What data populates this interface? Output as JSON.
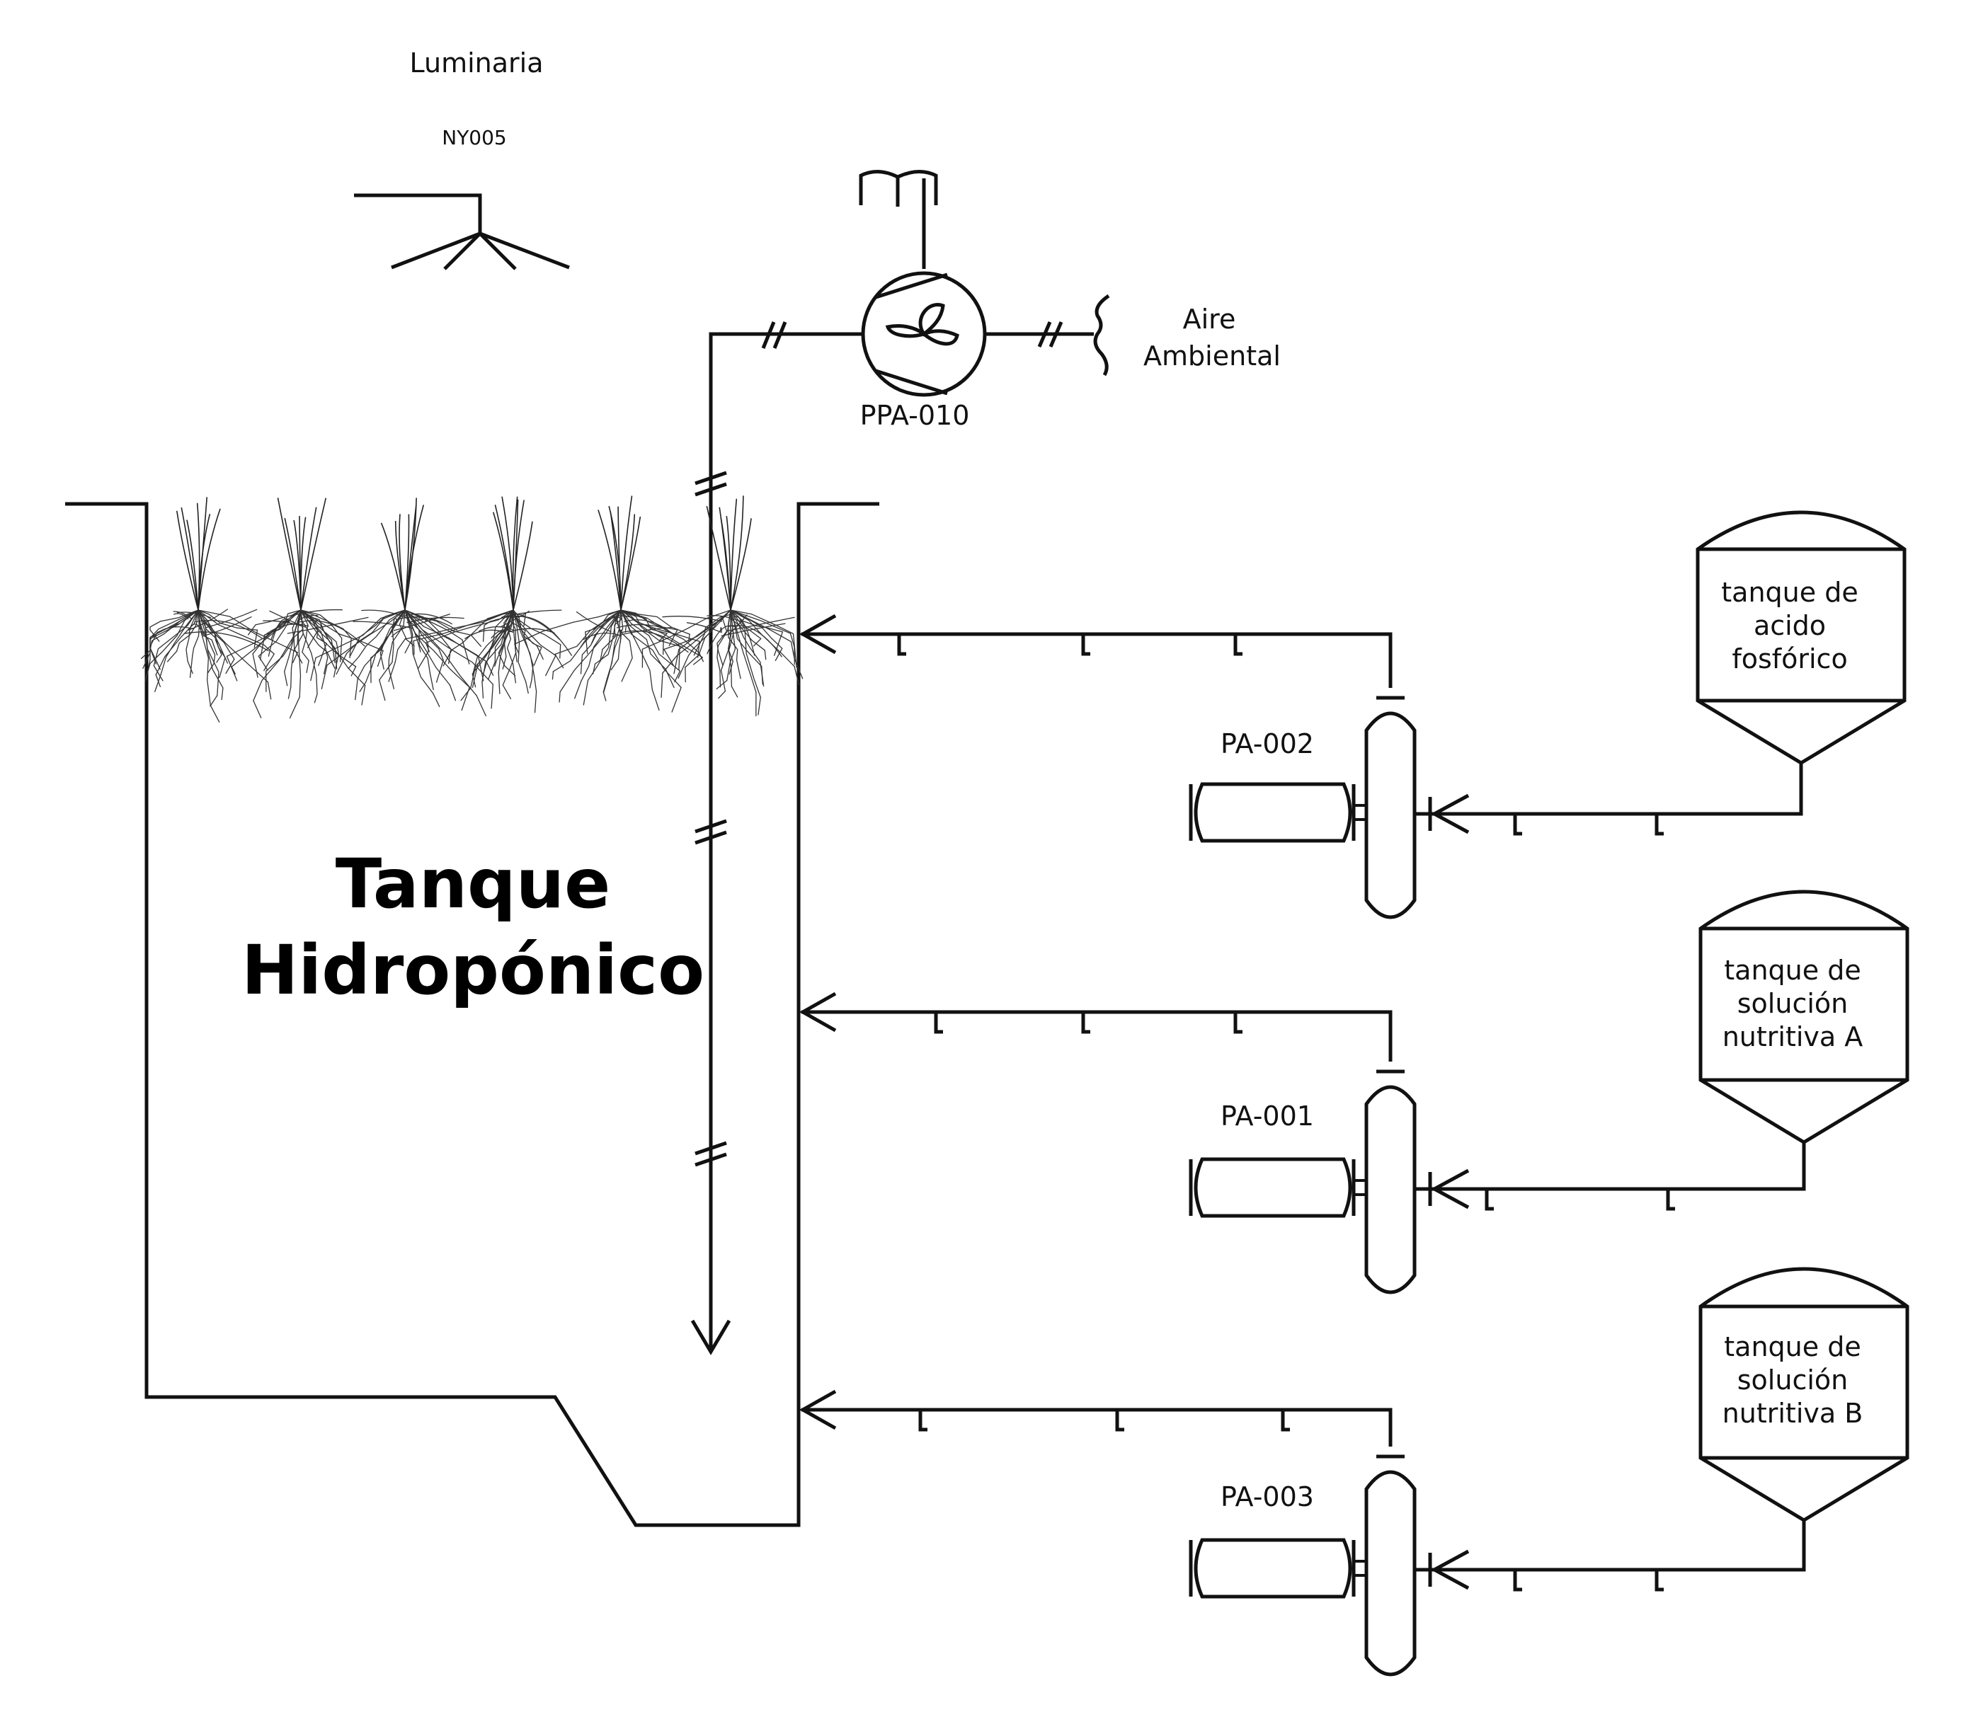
{
  "luminaire": {
    "title": "Luminaria",
    "tag": "NY005"
  },
  "blower": {
    "tag": "PPA-010",
    "inlet_label_line1": "Aire",
    "inlet_label_line2": "Ambiental"
  },
  "main_tank": {
    "label_line1": "Tanque",
    "label_line2": "Hidropónico"
  },
  "pumps": [
    {
      "tag": "PA-002"
    },
    {
      "tag": "PA-001"
    },
    {
      "tag": "PA-003"
    }
  ],
  "supply_tanks": [
    {
      "line1": "tanque de",
      "line2": "acido",
      "line3": "fosfórico"
    },
    {
      "line1": "tanque de",
      "line2": "solución",
      "line3": "nutritiva A"
    },
    {
      "line1": "tanque de",
      "line2": "solución",
      "line3": "nutritiva B"
    }
  ]
}
